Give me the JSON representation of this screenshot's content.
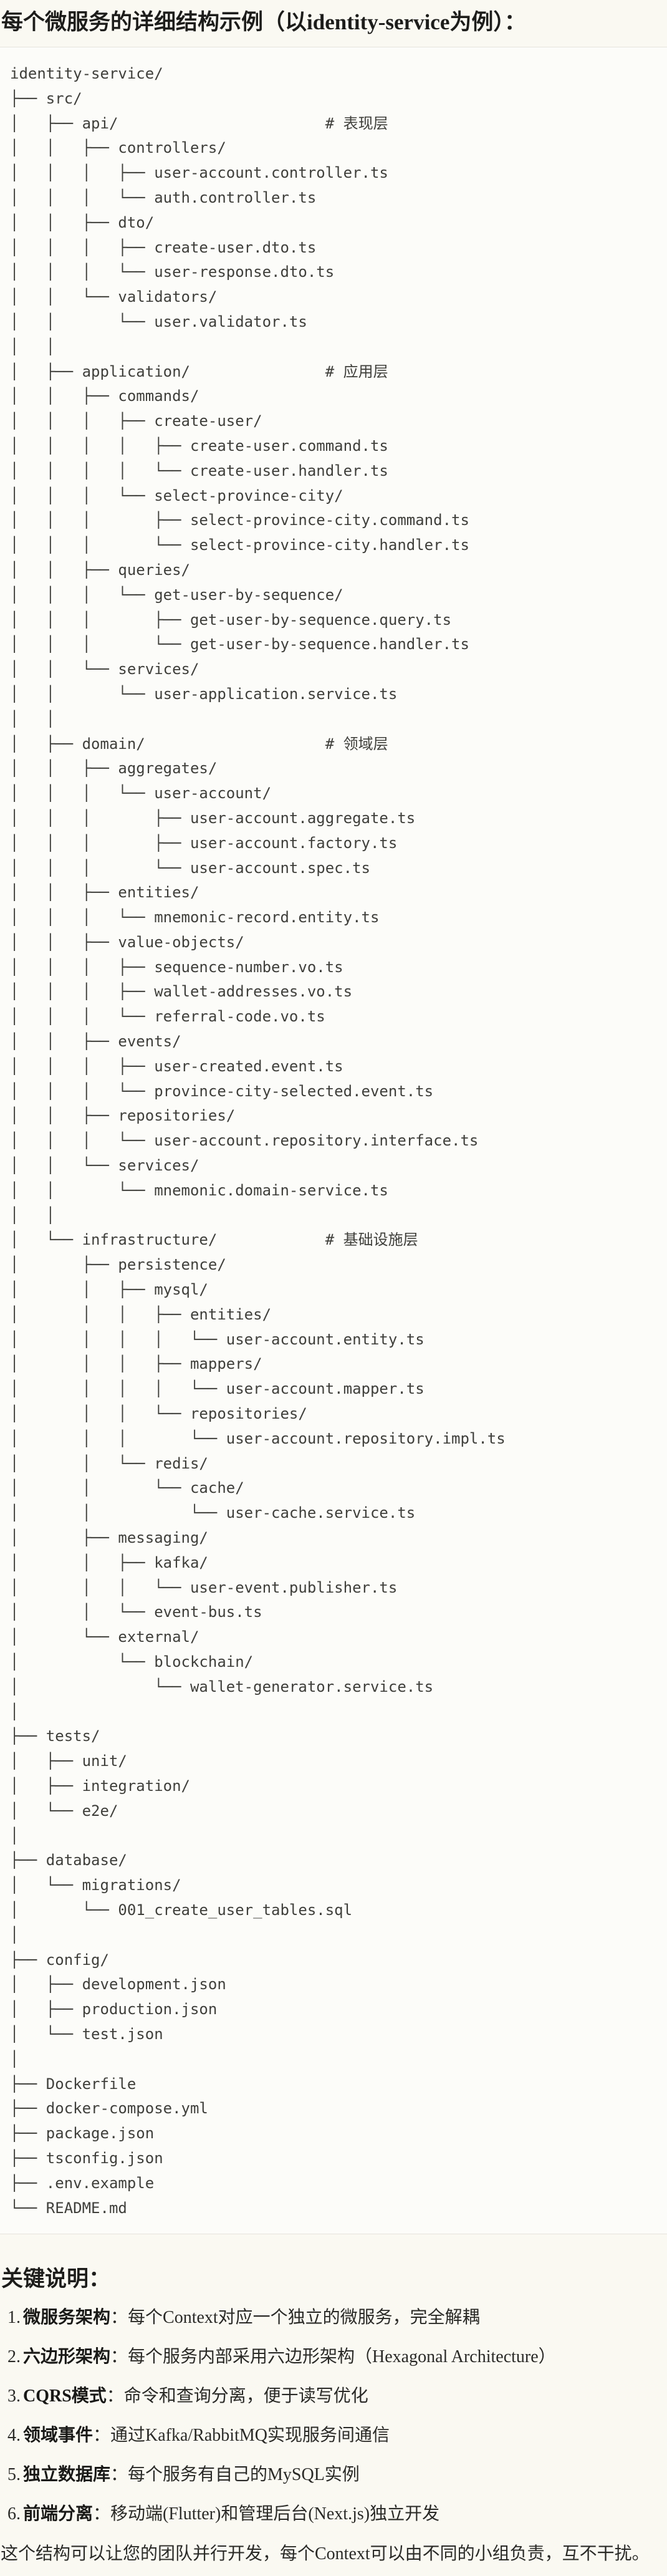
{
  "page": {
    "title": "每个微服务的详细结构示例（以identity-service为例）：",
    "notes_title": "关键说明：",
    "closing": "这个结构可以让您的团队并行开发，每个Context可以由不同的小组负责，互不干扰。"
  },
  "colors": {
    "page_bg": "#FAF9F2",
    "code_bg": "#FCFCF9",
    "code_border": "#E6E4DC",
    "code_text": "#3F3F3B",
    "heading_text": "#1D1D1B",
    "body_text": "#2A2A27"
  },
  "code_block": {
    "tree_lines": [
      "identity-service/",
      "├── src/",
      "│   ├── api/                       # 表现层",
      "│   │   ├── controllers/",
      "│   │   │   ├── user-account.controller.ts",
      "│   │   │   └── auth.controller.ts",
      "│   │   ├── dto/",
      "│   │   │   ├── create-user.dto.ts",
      "│   │   │   └── user-response.dto.ts",
      "│   │   └── validators/",
      "│   │       └── user.validator.ts",
      "│   │",
      "│   ├── application/               # 应用层",
      "│   │   ├── commands/",
      "│   │   │   ├── create-user/",
      "│   │   │   │   ├── create-user.command.ts",
      "│   │   │   │   └── create-user.handler.ts",
      "│   │   │   └── select-province-city/",
      "│   │   │       ├── select-province-city.command.ts",
      "│   │   │       └── select-province-city.handler.ts",
      "│   │   ├── queries/",
      "│   │   │   └── get-user-by-sequence/",
      "│   │   │       ├── get-user-by-sequence.query.ts",
      "│   │   │       └── get-user-by-sequence.handler.ts",
      "│   │   └── services/",
      "│   │       └── user-application.service.ts",
      "│   │",
      "│   ├── domain/                    # 领域层",
      "│   │   ├── aggregates/",
      "│   │   │   └── user-account/",
      "│   │   │       ├── user-account.aggregate.ts",
      "│   │   │       ├── user-account.factory.ts",
      "│   │   │       └── user-account.spec.ts",
      "│   │   ├── entities/",
      "│   │   │   └── mnemonic-record.entity.ts",
      "│   │   ├── value-objects/",
      "│   │   │   ├── sequence-number.vo.ts",
      "│   │   │   ├── wallet-addresses.vo.ts",
      "│   │   │   └── referral-code.vo.ts",
      "│   │   ├── events/",
      "│   │   │   ├── user-created.event.ts",
      "│   │   │   └── province-city-selected.event.ts",
      "│   │   ├── repositories/",
      "│   │   │   └── user-account.repository.interface.ts",
      "│   │   └── services/",
      "│   │       └── mnemonic.domain-service.ts",
      "│   │",
      "│   └── infrastructure/            # 基础设施层",
      "│       ├── persistence/",
      "│       │   ├── mysql/",
      "│       │   │   ├── entities/",
      "│       │   │   │   └── user-account.entity.ts",
      "│       │   │   ├── mappers/",
      "│       │   │   │   └── user-account.mapper.ts",
      "│       │   │   └── repositories/",
      "│       │   │       └── user-account.repository.impl.ts",
      "│       │   └── redis/",
      "│       │       └── cache/",
      "│       │           └── user-cache.service.ts",
      "│       ├── messaging/",
      "│       │   ├── kafka/",
      "│       │   │   └── user-event.publisher.ts",
      "│       │   └── event-bus.ts",
      "│       └── external/",
      "│           └── blockchain/",
      "│               └── wallet-generator.service.ts",
      "│",
      "├── tests/",
      "│   ├── unit/",
      "│   ├── integration/",
      "│   └── e2e/",
      "│",
      "├── database/",
      "│   └── migrations/",
      "│       └── 001_create_user_tables.sql",
      "│",
      "├── config/",
      "│   ├── development.json",
      "│   ├── production.json",
      "│   └── test.json",
      "│",
      "├── Dockerfile",
      "├── docker-compose.yml",
      "├── package.json",
      "├── tsconfig.json",
      "├── .env.example",
      "└── README.md"
    ]
  },
  "notes": {
    "items": [
      {
        "num": "1.",
        "label": "微服务架构",
        "text": "：每个Context对应一个独立的微服务，完全解耦"
      },
      {
        "num": "2.",
        "label": "六边形架构",
        "text": "：每个服务内部采用六边形架构（Hexagonal Architecture）"
      },
      {
        "num": "3.",
        "label": "CQRS模式",
        "text": "：命令和查询分离，便于读写优化"
      },
      {
        "num": "4.",
        "label": "领域事件",
        "text": "：通过Kafka/RabbitMQ实现服务间通信"
      },
      {
        "num": "5.",
        "label": "独立数据库",
        "text": "：每个服务有自己的MySQL实例"
      },
      {
        "num": "6.",
        "label": "前端分离",
        "text": "：移动端(Flutter)和管理后台(Next.js)独立开发"
      }
    ]
  }
}
